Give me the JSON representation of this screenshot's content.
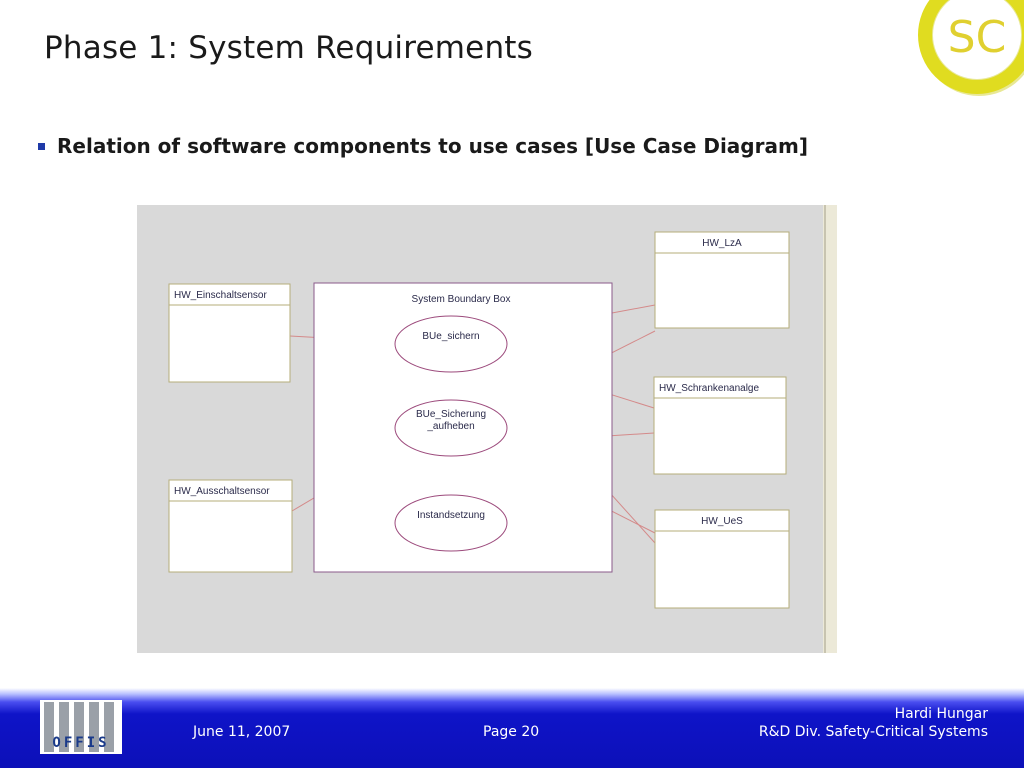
{
  "slide": {
    "title": "Phase 1: System Requirements",
    "bullet": "Relation of software components to use cases [Use Case Diagram]"
  },
  "logos": {
    "sc_logo_text": "SC",
    "offis_logo_text": "OFFIS"
  },
  "diagram": {
    "type": "use-case",
    "boundary_label": "System Boundary Box",
    "components": [
      {
        "id": "einschalt",
        "name": "HW_Einschaltsensor"
      },
      {
        "id": "ausschalt",
        "name": "HW_Ausschaltsensor"
      },
      {
        "id": "lza",
        "name": "HW_LzA"
      },
      {
        "id": "schranken",
        "name": "HW_Schrankenanalge"
      },
      {
        "id": "ues",
        "name": "HW_UeS"
      }
    ],
    "use_cases": [
      {
        "id": "sichern",
        "lines": [
          "BUe_sichern"
        ]
      },
      {
        "id": "aufheben",
        "lines": [
          "BUe_Sicherung",
          "_aufheben"
        ]
      },
      {
        "id": "instand",
        "lines": [
          "Instandsetzung"
        ]
      }
    ],
    "associations": [
      {
        "from": "einschalt",
        "to": "sichern"
      },
      {
        "from": "ausschalt",
        "to": "aufheben"
      },
      {
        "from": "sichern",
        "to": "lza"
      },
      {
        "from": "sichern",
        "to": "schranken"
      },
      {
        "from": "sichern",
        "to": "ues"
      },
      {
        "from": "aufheben",
        "to": "lza"
      },
      {
        "from": "aufheben",
        "to": "schranken"
      },
      {
        "from": "aufheben",
        "to": "ues"
      }
    ],
    "colors": {
      "canvas": "#d9d9d9",
      "class_border": "#b5ad7a",
      "boundary_border": "#8a5a8a",
      "use_case_border": "#9c4a7c",
      "association": "#d48a8a"
    }
  },
  "footer": {
    "date": "June 11, 2007",
    "page": "Page 20",
    "author": "Hardi Hungar",
    "division": "R&D Div. Safety-Critical Systems"
  }
}
